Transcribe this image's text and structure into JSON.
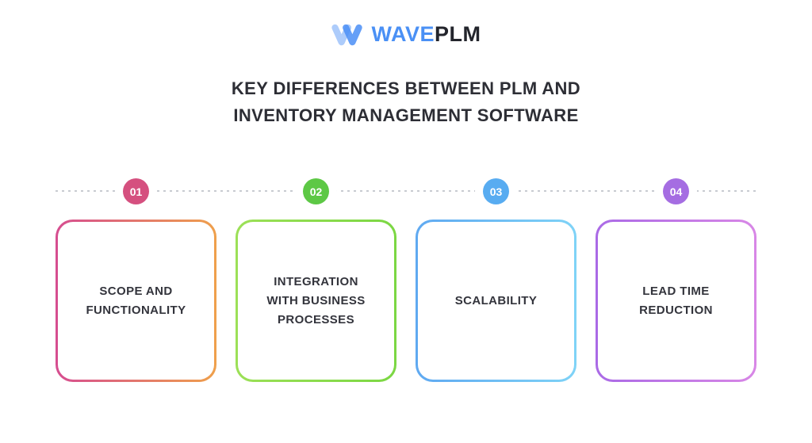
{
  "brand": {
    "logo_icon": "waveplm-w-icon",
    "logo_text_primary": "WAVE",
    "logo_text_secondary": "PLM",
    "logo_blue": "#4a90f5",
    "logo_dark": "#23252c"
  },
  "title": {
    "line1": "KEY DIFFERENCES BETWEEN PLM AND",
    "line2": "INVENTORY MANAGEMENT SOFTWARE"
  },
  "steps": [
    {
      "number": "01",
      "lines": [
        "SCOPE AND",
        "FUNCTIONALITY"
      ],
      "badge_color": "#d5507f",
      "border_from": "#d64d90",
      "border_to": "#efa04b"
    },
    {
      "number": "02",
      "lines": [
        "INTEGRATION",
        "WITH BUSINESS",
        "PROCESSES"
      ],
      "badge_color": "#5dc845",
      "border_from": "#9ce057",
      "border_to": "#7bd743"
    },
    {
      "number": "03",
      "lines": [
        "SCALABILITY"
      ],
      "badge_color": "#58acf1",
      "border_from": "#5fa9f1",
      "border_to": "#7fd3f7"
    },
    {
      "number": "04",
      "lines": [
        "LEAD TIME",
        "REDUCTION"
      ],
      "badge_color": "#a56de2",
      "border_from": "#aa6ae6",
      "border_to": "#d887e6"
    }
  ],
  "decorations": {
    "dotted_line_color": "#c8cbd1",
    "title_color": "#2d2e35",
    "card_text_color": "#33343c",
    "background_color": "#ffffff"
  }
}
